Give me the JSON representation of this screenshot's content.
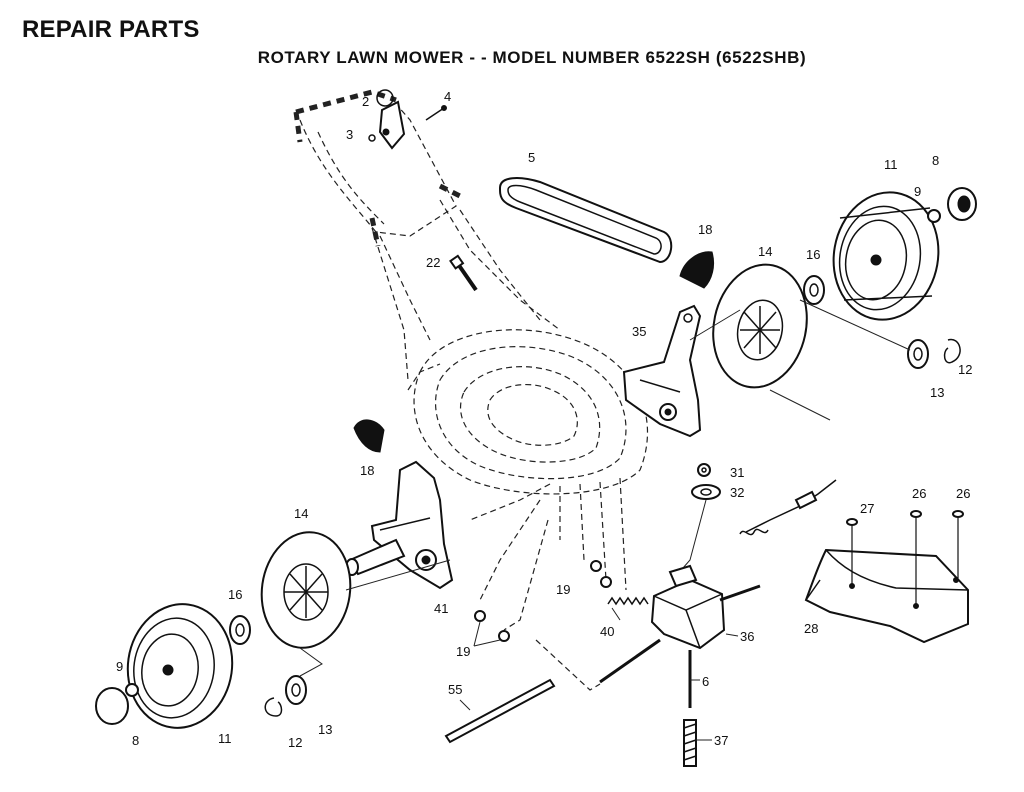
{
  "header": {
    "title": "REPAIR PARTS",
    "subtitle": "ROTARY LAWN MOWER - - MODEL NUMBER 6522SH (6522SHB)"
  },
  "callouts": {
    "c2": "2",
    "c3": "3",
    "c4": "4",
    "c5": "5",
    "c8a": "8",
    "c9a": "9",
    "c11a": "11",
    "c14a": "14",
    "c16a": "16",
    "c18a": "18",
    "c22": "22",
    "c35": "35",
    "c12a": "12",
    "c13a": "13",
    "c18b": "18",
    "c14b": "14",
    "c41": "41",
    "c16b": "16",
    "c9b": "9",
    "c8b": "8",
    "c11b": "11",
    "c12b": "12",
    "c13b": "13",
    "c31": "31",
    "c32": "32",
    "c27": "27",
    "c26a": "26",
    "c26b": "26",
    "c28": "28",
    "c19a": "19",
    "c19b": "19",
    "c40": "40",
    "c36": "36",
    "c6": "6",
    "c55": "55",
    "c37": "37"
  }
}
